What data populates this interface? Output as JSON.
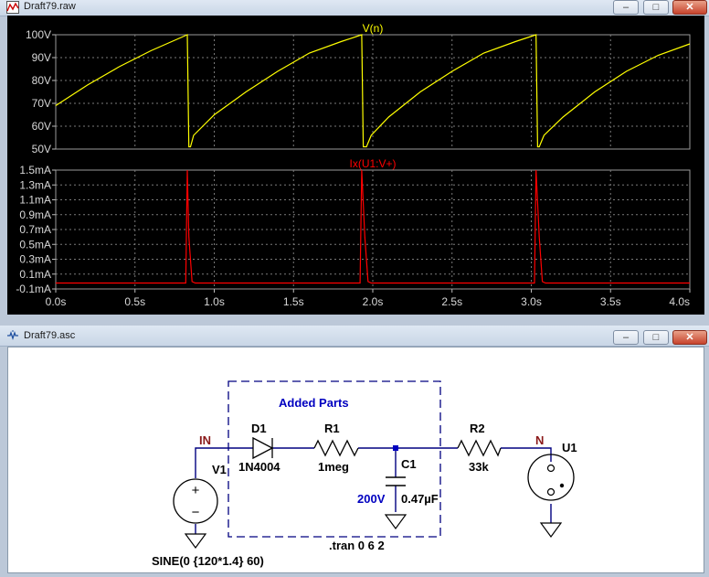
{
  "plot_window": {
    "title": "Draft79.raw",
    "buttons": {
      "minimize": "–",
      "maximize": "□",
      "close": "✕"
    },
    "icon": "waveform-icon"
  },
  "schematic_window": {
    "title": "Draft79.asc",
    "buttons": {
      "minimize": "–",
      "maximize": "□",
      "close": "✕"
    },
    "icon": "schematic-icon"
  },
  "chart_data": [
    {
      "type": "line",
      "title": "V(n)",
      "series": [
        {
          "name": "V(n)",
          "color": "#ffff00",
          "x": [
            0.0,
            0.2,
            0.4,
            0.6,
            0.83,
            0.84,
            0.85,
            0.87,
            1.0,
            1.2,
            1.4,
            1.6,
            1.8,
            1.93,
            1.94,
            1.96,
            1.99,
            2.1,
            2.3,
            2.5,
            2.7,
            2.9,
            3.03,
            3.04,
            3.05,
            3.08,
            3.2,
            3.4,
            3.6,
            3.8,
            4.0
          ],
          "y": [
            69,
            78,
            86,
            93,
            100,
            51,
            51,
            56,
            65,
            75,
            84,
            92,
            97,
            100,
            51,
            51,
            56,
            64,
            75,
            84,
            92,
            97,
            100,
            51,
            51,
            56,
            64,
            75,
            84,
            91,
            96
          ]
        }
      ],
      "yticks": [
        "100V",
        "90V",
        "80V",
        "70V",
        "60V",
        "50V"
      ],
      "ylim": [
        50,
        100
      ],
      "xlim": [
        0,
        4
      ],
      "grid": true
    },
    {
      "type": "line",
      "title": "Ix(U1:V+)",
      "series": [
        {
          "name": "Ix(U1:V+)",
          "color": "#ff0000",
          "x": [
            0.0,
            0.82,
            0.83,
            0.84,
            0.86,
            0.88,
            1.92,
            1.93,
            1.95,
            1.97,
            1.99,
            3.02,
            3.03,
            3.05,
            3.07,
            3.09,
            4.0
          ],
          "y": [
            -0.02,
            -0.02,
            1.5,
            0.6,
            0.0,
            -0.02,
            -0.02,
            1.5,
            0.6,
            0.0,
            -0.02,
            -0.02,
            1.5,
            0.6,
            0.0,
            -0.02,
            -0.02
          ]
        }
      ],
      "yticks": [
        "1.5mA",
        "1.3mA",
        "1.1mA",
        "0.9mA",
        "0.7mA",
        "0.5mA",
        "0.3mA",
        "0.1mA",
        "-0.1mA"
      ],
      "ylim": [
        -0.1,
        1.5
      ],
      "xticks": [
        "0.0s",
        "0.5s",
        "1.0s",
        "1.5s",
        "2.0s",
        "2.5s",
        "3.0s",
        "3.5s",
        "4.0s"
      ],
      "xlim": [
        0,
        4
      ],
      "grid": true
    }
  ],
  "schematic": {
    "box_label": "Added Parts",
    "net_in": "IN",
    "net_n": "N",
    "v1_name": "V1",
    "v1_value": "SINE(0 {120*1.4} 60)",
    "d1_name": "D1",
    "d1_value": "1N4004",
    "r1_name": "R1",
    "r1_value": "1meg",
    "c1_name": "C1",
    "c1_value": "0.47µF",
    "c1_rating": "200V",
    "r2_name": "R2",
    "r2_value": "33k",
    "u1_name": "U1",
    "directive": ".tran 0 6 2",
    "colors": {
      "wire": "#000080",
      "component": "#000000",
      "label": "#000080",
      "net": "#8b1a1a",
      "box": "#000080"
    }
  }
}
